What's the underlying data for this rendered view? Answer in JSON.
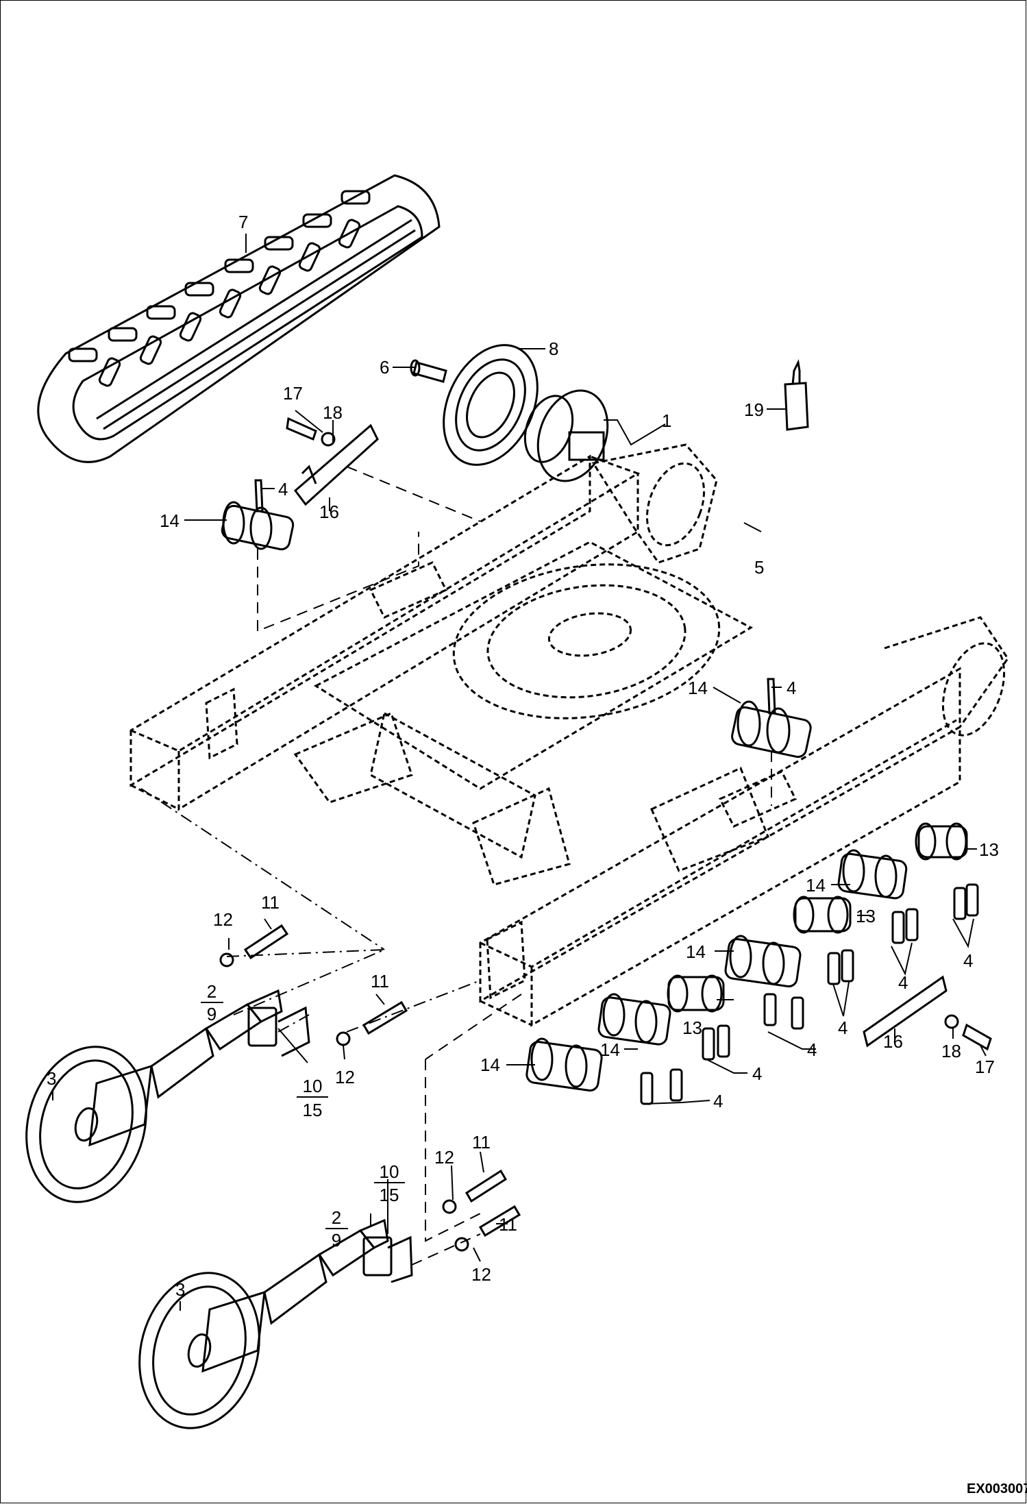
{
  "figure_code": "EX003007",
  "callouts": [
    {
      "id": "c7",
      "text": "7"
    },
    {
      "id": "c8",
      "text": "8"
    },
    {
      "id": "c6",
      "text": "6"
    },
    {
      "id": "c1",
      "text": "1"
    },
    {
      "id": "c19",
      "text": "19"
    },
    {
      "id": "c17a",
      "text": "17"
    },
    {
      "id": "c18a",
      "text": "18"
    },
    {
      "id": "c4a",
      "text": "4"
    },
    {
      "id": "c16a",
      "text": "16"
    },
    {
      "id": "c14a",
      "text": "14"
    },
    {
      "id": "c5",
      "text": "5"
    },
    {
      "id": "c14b",
      "text": "14"
    },
    {
      "id": "c4b",
      "text": "4"
    },
    {
      "id": "c13a",
      "text": "13"
    },
    {
      "id": "c14c",
      "text": "14"
    },
    {
      "id": "c13b",
      "text": "13"
    },
    {
      "id": "c4c",
      "text": "4"
    },
    {
      "id": "c14d",
      "text": "14"
    },
    {
      "id": "c4d",
      "text": "4"
    },
    {
      "id": "c4e",
      "text": "4"
    },
    {
      "id": "c13c",
      "text": "13"
    },
    {
      "id": "c16b",
      "text": "16"
    },
    {
      "id": "c18b",
      "text": "18"
    },
    {
      "id": "c17b",
      "text": "17"
    },
    {
      "id": "c14e",
      "text": "14"
    },
    {
      "id": "c4f",
      "text": "4"
    },
    {
      "id": "c14f",
      "text": "14"
    },
    {
      "id": "c4g",
      "text": "4"
    },
    {
      "id": "c4h",
      "text": "4"
    },
    {
      "id": "c11a",
      "text": "11"
    },
    {
      "id": "c12a",
      "text": "12"
    },
    {
      "id": "c11b",
      "text": "11"
    },
    {
      "id": "c12b",
      "text": "12"
    },
    {
      "id": "c3a",
      "text": "3"
    },
    {
      "id": "c11c",
      "text": "11"
    },
    {
      "id": "c12c",
      "text": "12"
    },
    {
      "id": "c11d",
      "text": "11"
    },
    {
      "id": "c12d",
      "text": "12"
    },
    {
      "id": "c3b",
      "text": "3"
    }
  ],
  "fractions": [
    {
      "id": "f1",
      "top": "2",
      "bottom": "9"
    },
    {
      "id": "f2",
      "top": "10",
      "bottom": "15"
    },
    {
      "id": "f3",
      "top": "10",
      "bottom": "15"
    },
    {
      "id": "f4",
      "top": "2",
      "bottom": "9"
    }
  ]
}
